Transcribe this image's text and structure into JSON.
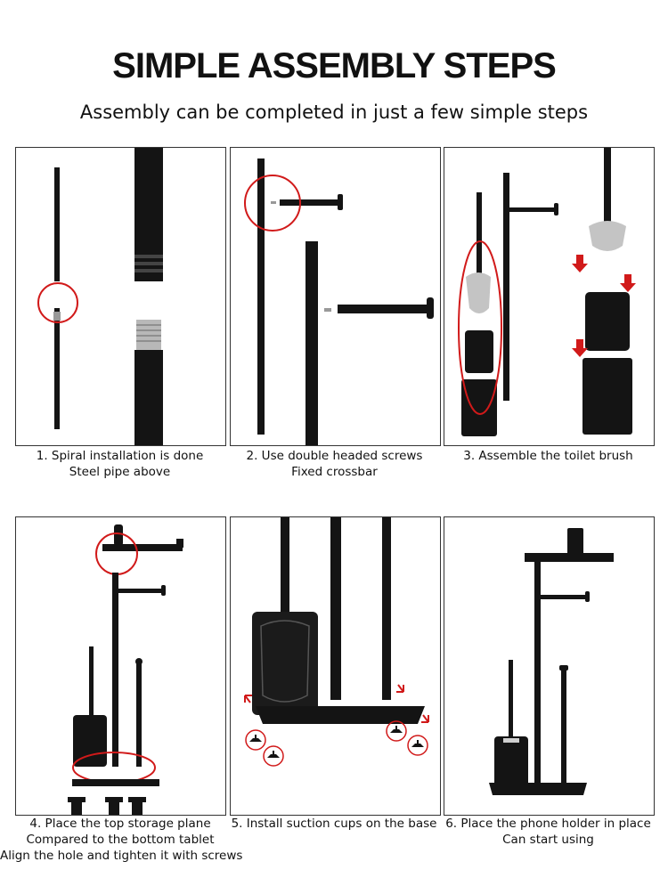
{
  "header": {
    "title": "SIMPLE ASSEMBLY STEPS",
    "subtitle": "Assembly can be completed in just a few simple steps"
  },
  "steps": [
    {
      "lines": [
        "1. Spiral installation is done",
        "Steel pipe above"
      ]
    },
    {
      "lines": [
        "2. Use double headed screws",
        "Fixed crossbar"
      ]
    },
    {
      "lines": [
        "3. Assemble the toilet brush"
      ]
    },
    {
      "lines": [
        "4. Place the top storage plane",
        "Compared to the bottom tablet",
        "Align the hole and tighten it with screws"
      ]
    },
    {
      "lines": [
        "5. Install suction cups on the base"
      ]
    },
    {
      "lines": [
        "6. Place the phone holder in place",
        "Can start using"
      ]
    }
  ],
  "colors": {
    "metal": "#141414",
    "highlight": "#d11a1a",
    "border": "#333333"
  }
}
